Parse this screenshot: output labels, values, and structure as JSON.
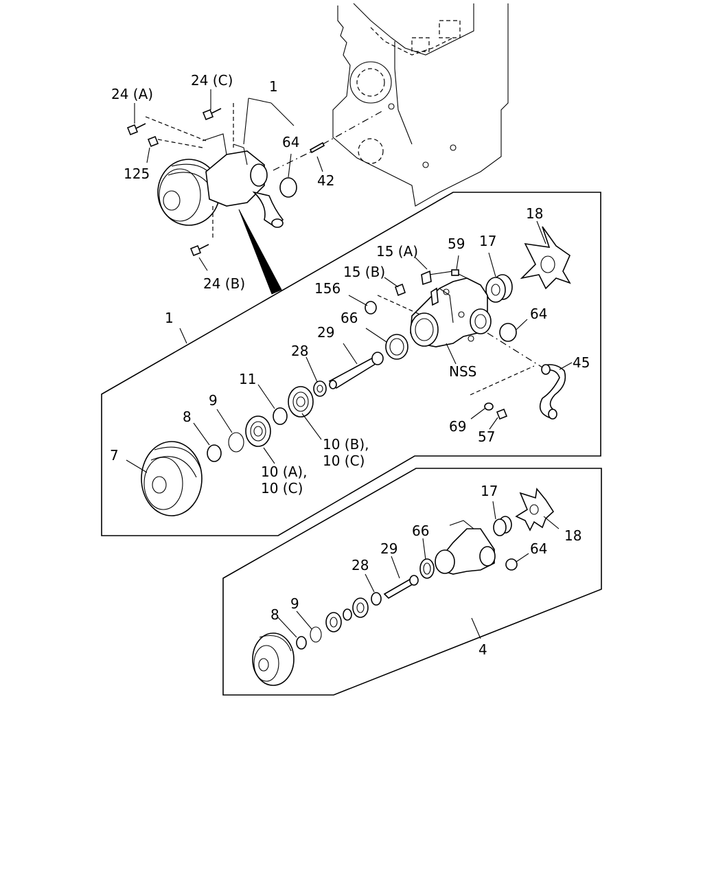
{
  "callouts": {
    "top_1": "1",
    "top_24a": "24 (A)",
    "top_24c": "24 (C)",
    "top_125": "125",
    "top_64": "64",
    "top_42": "42",
    "top_24b": "24 (B)",
    "mid_1": "1",
    "mid_18": "18",
    "mid_15a": "15 (A)",
    "mid_59": "59",
    "mid_17": "17",
    "mid_15b": "15 (B)",
    "mid_156": "156",
    "mid_66": "66",
    "mid_64": "64",
    "mid_29": "29",
    "mid_28": "28",
    "mid_nss": "NSS",
    "mid_45": "45",
    "mid_11": "11",
    "mid_9": "9",
    "mid_8": "8",
    "mid_7": "7",
    "mid_10bc_1": "10 (B),",
    "mid_10bc_2": "10 (C)",
    "mid_10ac_1": "10 (A),",
    "mid_10ac_2": "10 (C)",
    "mid_69": "69",
    "mid_57": "57",
    "bot_17": "17",
    "bot_18": "18",
    "bot_66": "66",
    "bot_29": "29",
    "bot_64": "64",
    "bot_28": "28",
    "bot_8": "8",
    "bot_9": "9",
    "bot_4": "4"
  }
}
